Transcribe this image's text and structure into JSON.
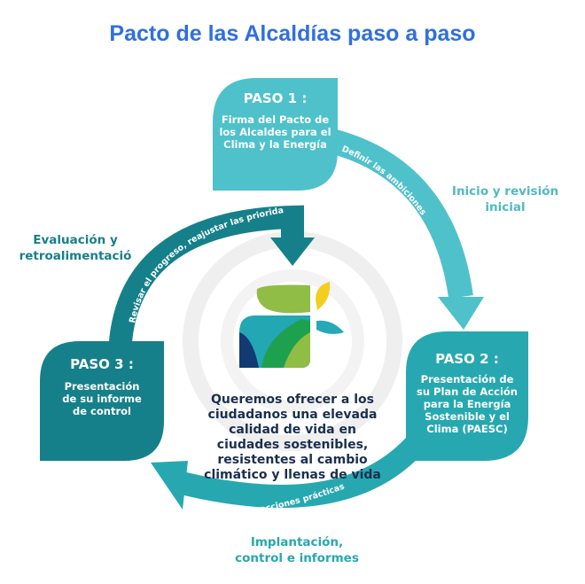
{
  "title": "Pacto de las Alcaldías paso a paso",
  "steps": [
    {
      "label": "PASO 1 :",
      "description": [
        "Firma del Pacto de",
        "los Alcaldes para el",
        "Clima y la Energía"
      ]
    },
    {
      "label": "PASO 2 :",
      "description": [
        "Presentación de",
        "su Plan de Acción",
        "para la Energía",
        "Sostenible y el",
        "Clima (PAESC)"
      ]
    },
    {
      "label": "PASO 3 :",
      "description": [
        "Presentación",
        "de su informe",
        "de control"
      ]
    }
  ],
  "phases": {
    "start": [
      "Inicio y revisión",
      "inicial"
    ],
    "implementation": [
      "Implantación,",
      "control e informes"
    ],
    "evaluation": [
      "Evaluación y",
      "retroalimentació"
    ]
  },
  "arrows": {
    "step1_to_2": "Definir las ambiciones",
    "step2_to_3": "Realizar acciones prácticas",
    "step3_to_center": "Revisar el progreso, reajustar las prioridades"
  },
  "center_text": "Queremos ofrecer a los ciudadanos una elevada calidad de vida en ciudades sostenibles, resistentes al cambio climático y llenas de vida",
  "colors": {
    "title": "#2e6fe3",
    "step1": "#4fc1cb",
    "step2": "#27a8b0",
    "step3": "#16808a",
    "center_text": "#1b2f4e"
  }
}
